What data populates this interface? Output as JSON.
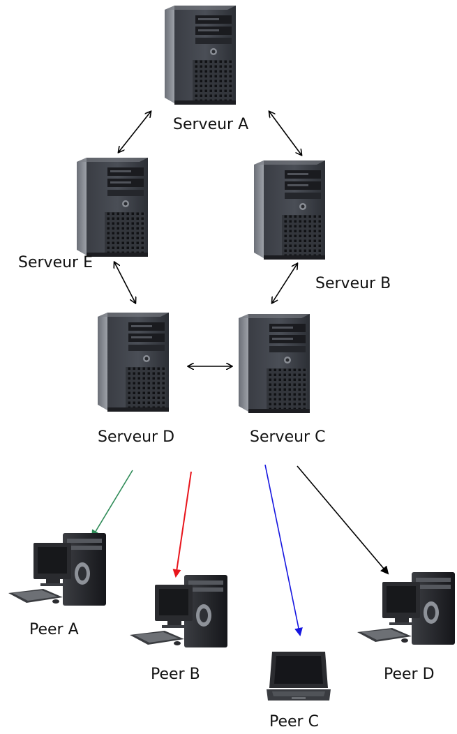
{
  "servers": {
    "a": {
      "label": "Serveur A"
    },
    "b": {
      "label": "Serveur B"
    },
    "c": {
      "label": "Serveur C"
    },
    "d": {
      "label": "Serveur D"
    },
    "e": {
      "label": "Serveur E"
    }
  },
  "peers": {
    "a": {
      "label": "Peer A"
    },
    "b": {
      "label": "Peer B"
    },
    "c": {
      "label": "Peer C"
    },
    "d": {
      "label": "Peer D"
    }
  },
  "colors": {
    "server_link": "#000000",
    "to_peer_a": "#2e8b57",
    "to_peer_b": "#e8141b",
    "to_peer_c": "#1515e0",
    "to_peer_d": "#000000"
  },
  "icons": {
    "server": "server-tower-icon",
    "desktop": "desktop-computer-icon",
    "laptop": "laptop-icon"
  }
}
